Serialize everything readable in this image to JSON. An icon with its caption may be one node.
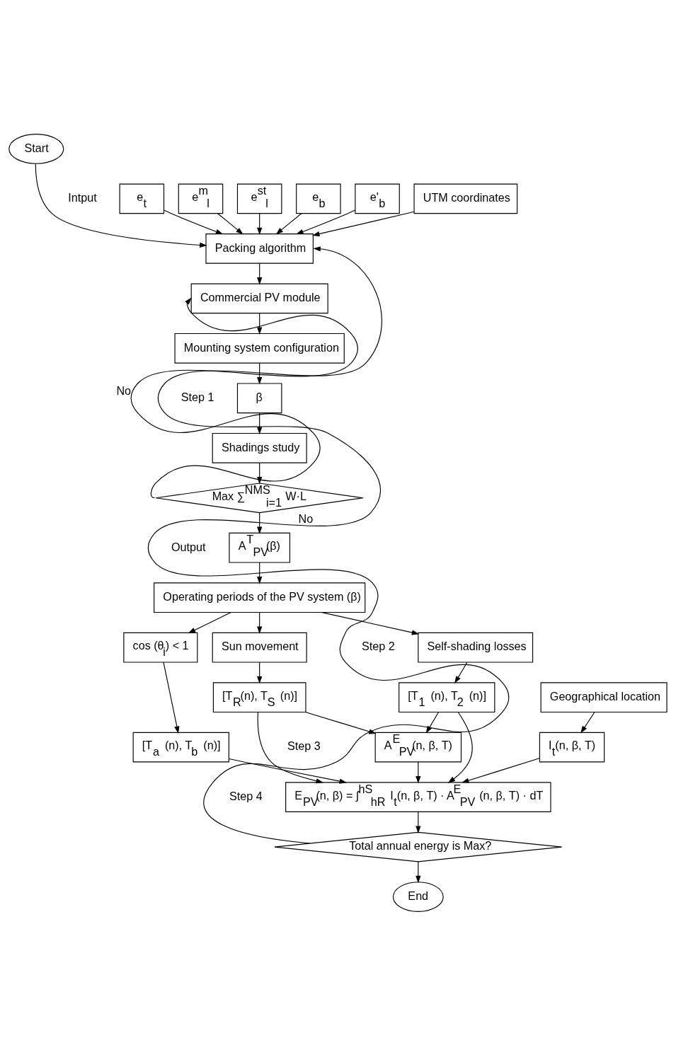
{
  "diagram": {
    "nodes": [
      {
        "text": [
          "Start"
        ]
      },
      {
        "text": [
          "e$_{t}$"
        ]
      },
      {
        "text": [
          "e$^{m}$$_{l}$"
        ]
      },
      {
        "text": [
          "e$^{st}$$_{l}$"
        ]
      },
      {
        "text": [
          "e$_{b}$"
        ]
      },
      {
        "text": [
          "e'$_{b}$"
        ]
      },
      {
        "text": [
          "UTM coordinates"
        ]
      },
      {
        "text": [
          "Packing algorithm"
        ]
      },
      {
        "text": [
          "Commercial PV module"
        ]
      },
      {
        "text": [
          "Mounting system configuration"
        ]
      },
      {
        "text": [
          "β"
        ]
      },
      {
        "text": [
          "Shadings study"
        ]
      },
      {
        "text": [
          "Max ∑$^{NMS}$$_{i=1}$ W·L"
        ]
      },
      {
        "text": [
          "A$^{T}$$_{PV}$(β)"
        ],
        "beside": [
          "Output"
        ]
      },
      {
        "text": [
          "Operating periods of the PV system (β)"
        ]
      },
      {
        "text": [
          "cos (θ$_{i}$) < 1"
        ]
      },
      {
        "text": [
          "Sun movement"
        ]
      },
      {
        "text": [
          "Self-shading losses"
        ]
      },
      {
        "text": [
          "[T$_{a}$ (n), T$_{b}$ (n)]"
        ]
      },
      {
        "text": [
          "[T$_{R}$(n), T$_{S}$ (n)]"
        ]
      },
      {
        "text": [
          "[T$_{1}$ (n), T$_{2}$ (n)]"
        ]
      },
      {
        "text": [
          "Geographical location"
        ]
      },
      {
        "text": [
          "A$^{E}$$_{PV}$(n, β, T)"
        ]
      },
      {
        "text": [
          "I$_{t}$(n, β, T)"
        ]
      },
      {
        "text": [
          "E$_{PV}$(n, β) = ∫$^{hS}$$_{hR}$ I$_{t}$(n, β, T) · A$^{E}$$_{PV}$ (n, β, T) · dT"
        ]
      },
      {
        "text": [
          "Total annual energy is Max?"
        ]
      },
      {
        "text": [
          "End"
        ]
      }
    ],
    "edges": [
      {
        "from": 0,
        "to": 7,
        "arrow": "to"
      },
      {
        "from": 1,
        "to": 7,
        "arrow": "to"
      },
      {
        "from": 2,
        "to": 7,
        "arrow": "to"
      },
      {
        "from": 3,
        "to": 7,
        "arrow": "to"
      },
      {
        "from": 4,
        "to": 7,
        "arrow": "to"
      },
      {
        "from": 5,
        "to": 7,
        "arrow": "to"
      },
      {
        "from": 6,
        "to": 7,
        "arrow": "to"
      },
      {
        "from": 7,
        "to": 8,
        "arrow": "to"
      },
      {
        "from": 8,
        "to": 9,
        "arrow": "to"
      },
      {
        "from": 9,
        "to": 10,
        "arrow": "to"
      },
      {
        "from": 10,
        "to": 11,
        "arrow": "to"
      },
      {
        "from": 11,
        "to": 12,
        "arrow": "to"
      },
      {
        "from": 12,
        "to": 8,
        "arrow": "to",
        "label": "No"
      },
      {
        "from": 12,
        "to": 13,
        "arrow": "to"
      },
      {
        "from": 13,
        "to": 14,
        "arrow": "to"
      },
      {
        "from": 14,
        "to": 15,
        "arrow": "to"
      },
      {
        "from": 14,
        "to": 16,
        "arrow": "to"
      },
      {
        "from": 14,
        "to": 17,
        "arrow": "to"
      },
      {
        "from": 15,
        "to": 18,
        "arrow": "to"
      },
      {
        "from": 16,
        "to": 19,
        "arrow": "to"
      },
      {
        "from": 17,
        "to": 20,
        "arrow": "to"
      },
      {
        "from": 18,
        "to": 24,
        "arrow": "to"
      },
      {
        "from": 19,
        "to": 24,
        "arrow": "to"
      },
      {
        "from": 19,
        "to": 22,
        "arrow": "to"
      },
      {
        "from": 20,
        "to": 22,
        "arrow": "to"
      },
      {
        "from": 20,
        "to": 24,
        "arrow": "to"
      },
      {
        "from": 21,
        "to": 23,
        "arrow": "to"
      },
      {
        "from": 22,
        "to": 24,
        "arrow": "to"
      },
      {
        "from": 23,
        "to": 24,
        "arrow": "to"
      },
      {
        "from": 24,
        "to": 25,
        "arrow": "to"
      },
      {
        "from": 25,
        "to": 7,
        "arrow": "to",
        "label": "No"
      },
      {
        "from": 25,
        "to": 26,
        "arrow": "to"
      }
    ],
    "labels": [
      "Intput",
      "Step 1",
      "Step 2",
      "Step 3",
      "Step 4"
    ]
  }
}
